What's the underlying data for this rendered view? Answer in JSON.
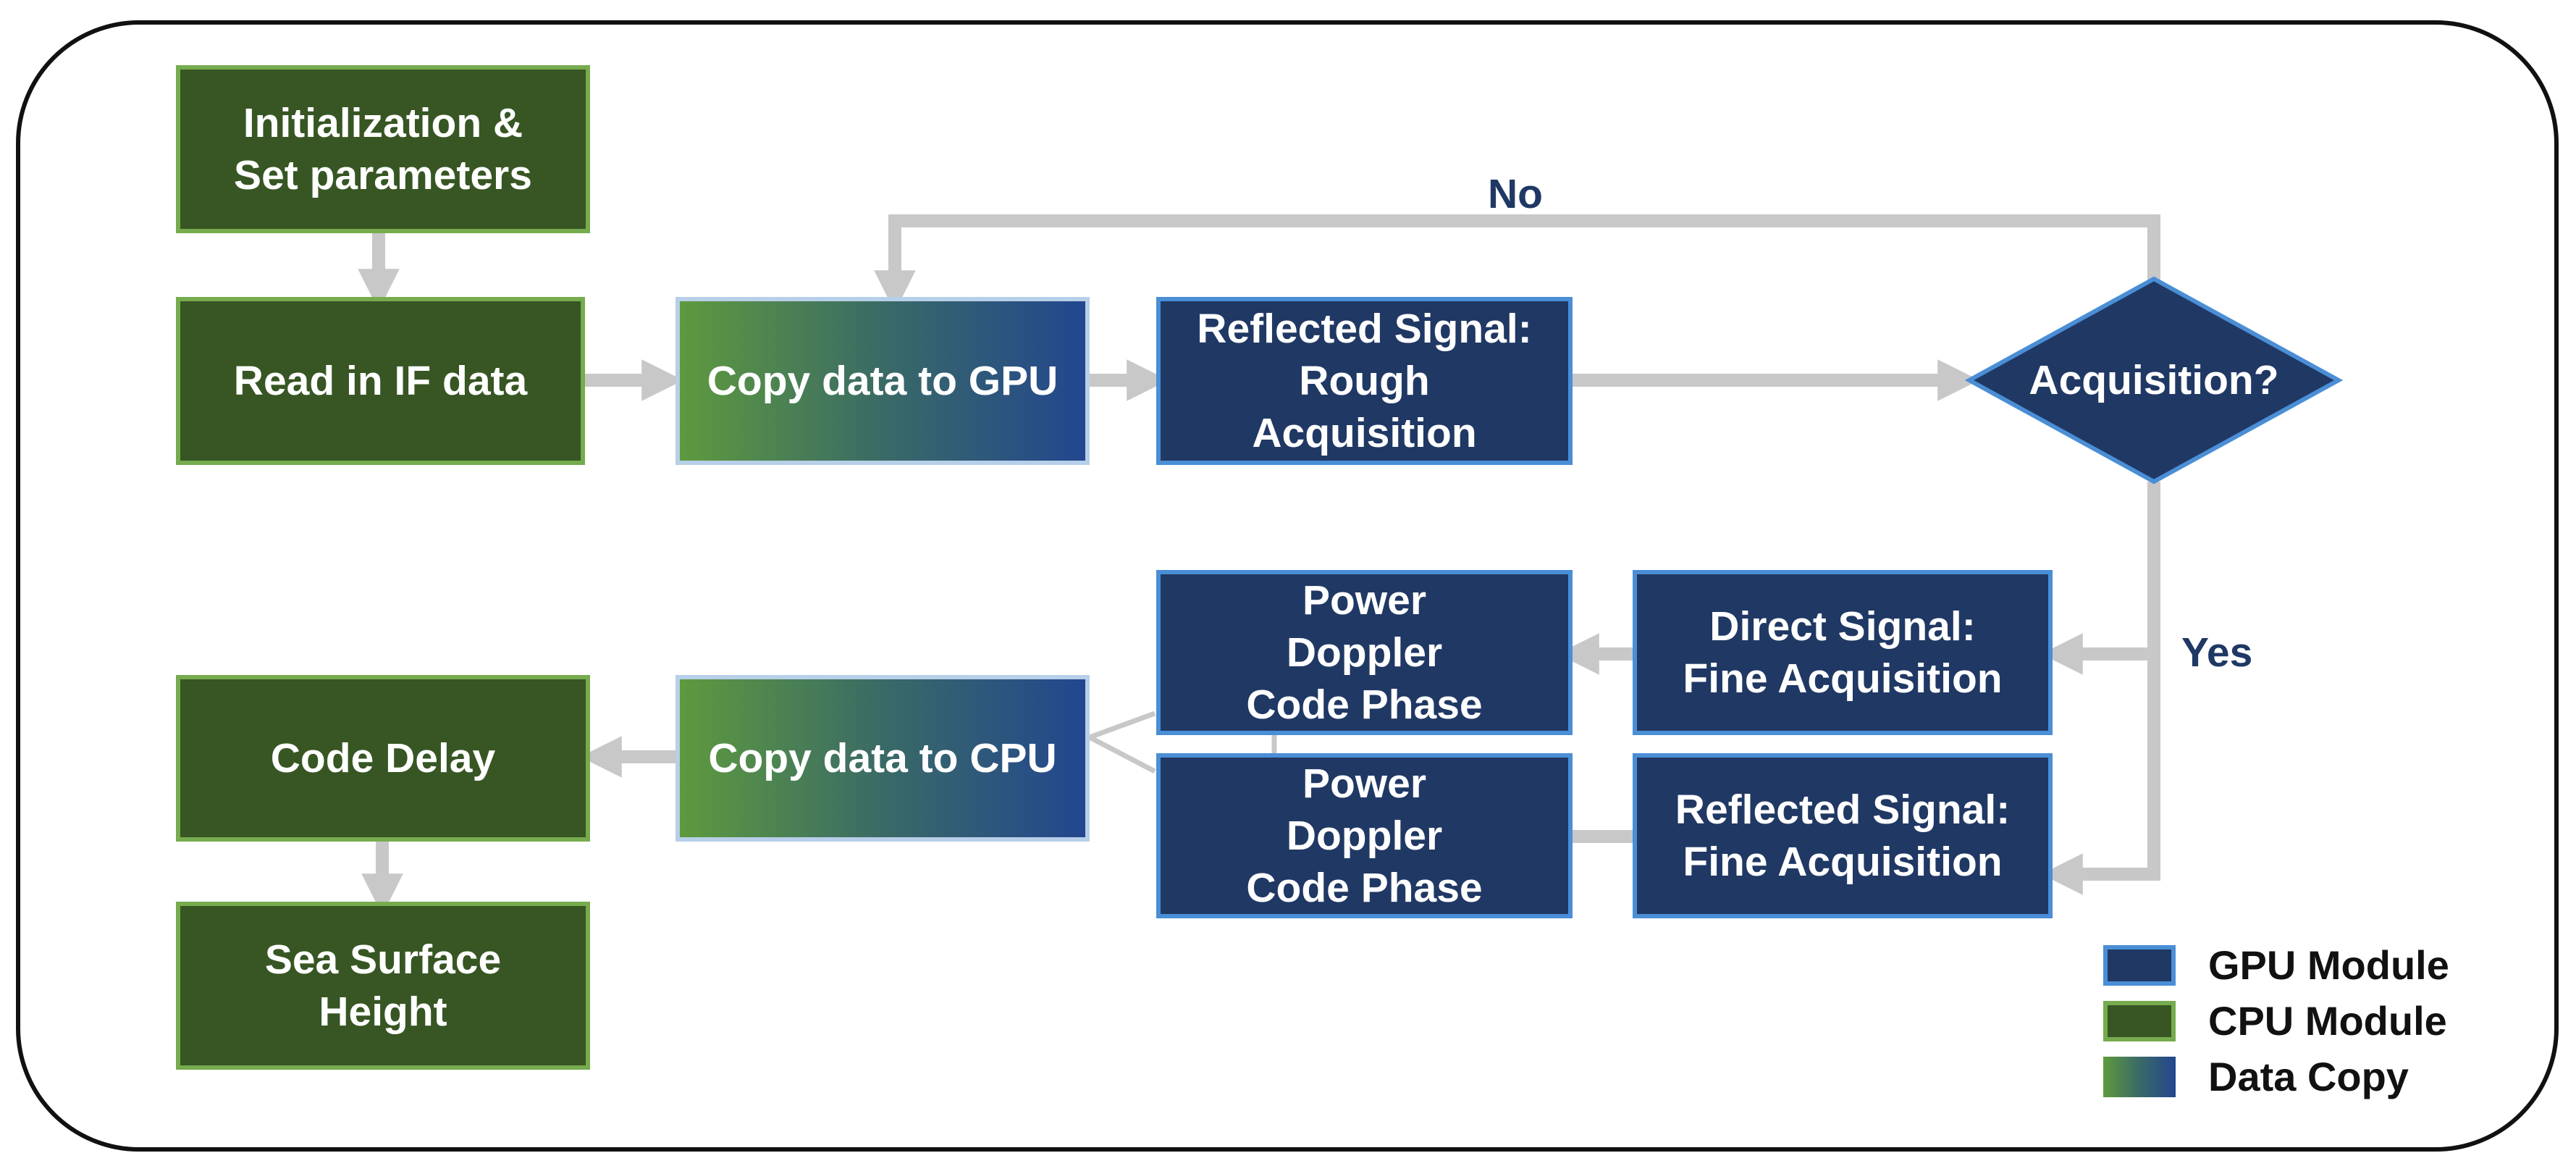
{
  "nodes": {
    "init": "Initialization &\nSet parameters",
    "read_if": "Read in IF data",
    "copy_to_gpu": "Copy data to GPU",
    "reflected_rough": "Reflected Signal:\nRough\nAcquisition",
    "decision": "Acquisition?",
    "direct_fine": "Direct Signal:\nFine Acquisition",
    "reflected_fine": "Reflected Signal:\nFine Acquisition",
    "pdc_top": "Power\nDoppler\nCode Phase",
    "pdc_bottom": "Power\nDoppler\nCode Phase",
    "copy_to_cpu": "Copy data to CPU",
    "code_delay": "Code Delay",
    "ssh": "Sea Surface\nHeight"
  },
  "edges": {
    "no": "No",
    "yes": "Yes"
  },
  "legend": [
    {
      "label": "GPU Module",
      "kind": "gpu"
    },
    {
      "label": "CPU Module",
      "kind": "cpu"
    },
    {
      "label": "Data Copy",
      "kind": "copy"
    }
  ],
  "colors": {
    "cpu_fill": "#375623",
    "cpu_border": "#76ab4e",
    "gpu_fill": "#203864",
    "gpu_border": "#4a8ed6",
    "connector": "#c8c8c8",
    "text_accent": "#203864"
  }
}
